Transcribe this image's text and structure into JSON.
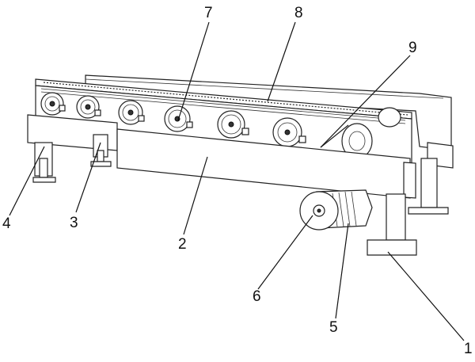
{
  "figure": {
    "callouts": [
      {
        "id": "part-1",
        "text": "1"
      },
      {
        "id": "part-2",
        "text": "2"
      },
      {
        "id": "part-3",
        "text": "3"
      },
      {
        "id": "part-4",
        "text": "4"
      },
      {
        "id": "part-5",
        "text": "5"
      },
      {
        "id": "part-6",
        "text": "6"
      },
      {
        "id": "part-7",
        "text": "7"
      },
      {
        "id": "part-8",
        "text": "8"
      },
      {
        "id": "part-9",
        "text": "9"
      }
    ]
  }
}
